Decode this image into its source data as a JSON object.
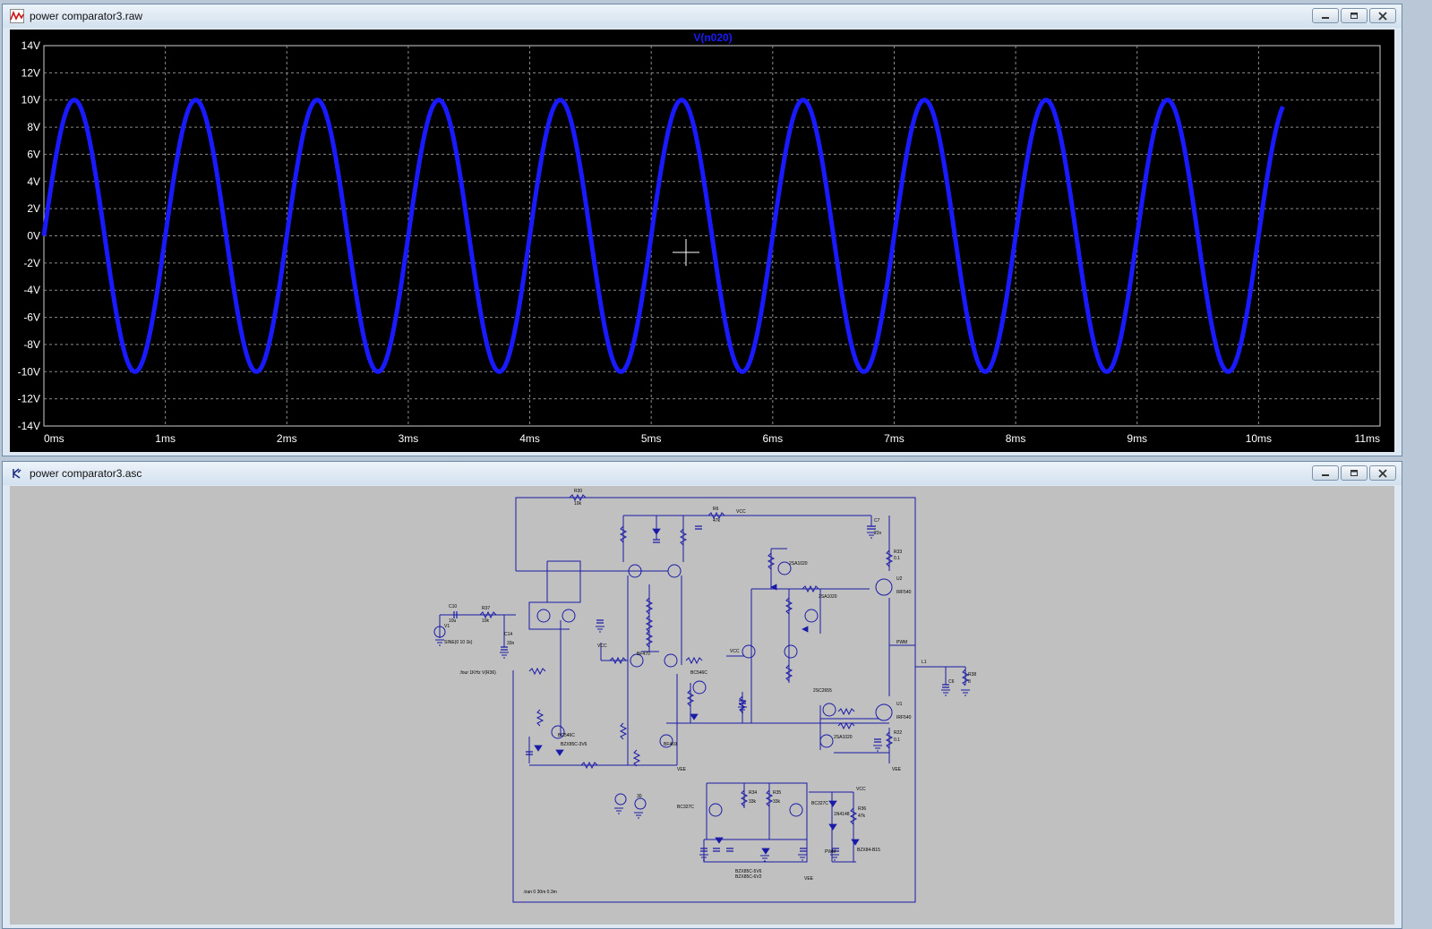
{
  "plot_window": {
    "title": "power comparator3.raw",
    "trace_label": "V(n020)",
    "trace_color": "#1a1aff",
    "background": "#000000"
  },
  "schematic_window": {
    "title": "power comparator3.asc",
    "labels": {
      "r30": "R30",
      "r30_val": "10k",
      "r6": "R6",
      "r6_val": "47k",
      "c7": "C7",
      "c7_val": "22n",
      "r33": "R33",
      "r33_val": "0.1",
      "u2": "U2",
      "u2_part": "IRF540",
      "u1": "U1",
      "u1_part": "IRF540",
      "r22": "R22",
      "r22_val": "0.1",
      "c10": "C10",
      "c10_val": "10u",
      "r37": "R37",
      "r37_val": "10k",
      "c14": "C14",
      "c14_val": "33n",
      "v1": "V1",
      "v1_src": "SINE(0 10 1k)",
      "four_note": ".four 1KHz V(R36)",
      "tran": ".tran 0 30m 0.3m",
      "l1": "L1",
      "r38": "R38",
      "r38_val": "8",
      "c6": "C6",
      "q12": "2SA1020",
      "q11": "2SA1020",
      "q13": "2SC2655",
      "q10": "2SA1020",
      "q8": "BC546C",
      "q7": "BF470",
      "q5": "BC546C",
      "q9": "BF469",
      "zener1": "BZX85C-3V6",
      "zener2": "BZX85C-5V6",
      "zener3": "BZX85C-6V2",
      "zener4": "BZX84-B15",
      "q15": "BC327C",
      "q14": "BC327C",
      "d_part": "1N4148",
      "r34": "R34",
      "r34_val": "33k",
      "r35": "R35",
      "r35_val": "33k",
      "r36": "R36",
      "r36_val": "47k",
      "vcc": "VCC",
      "vee": "VEE",
      "pwm": "PWM",
      "v2_val": "30"
    }
  },
  "chart_data": {
    "type": "line",
    "title": "V(n020)",
    "xlabel": "",
    "ylabel": "",
    "x_unit": "ms",
    "y_unit": "V",
    "xlim": [
      0,
      11
    ],
    "ylim": [
      -14,
      14
    ],
    "x_ticks": [
      "0ms",
      "1ms",
      "2ms",
      "3ms",
      "4ms",
      "5ms",
      "6ms",
      "7ms",
      "8ms",
      "9ms",
      "10ms",
      "11ms"
    ],
    "y_ticks": [
      "14V",
      "12V",
      "10V",
      "8V",
      "6V",
      "4V",
      "2V",
      "0V",
      "-2V",
      "-4V",
      "-6V",
      "-8V",
      "-10V",
      "-12V",
      "-14V"
    ],
    "grid": true,
    "series": [
      {
        "name": "V(n020)",
        "color": "#1a1aff",
        "x": [
          0,
          0.25,
          0.75,
          1.25,
          1.75,
          2.25,
          2.75,
          3.25,
          3.75,
          4.25,
          4.75,
          5.25,
          5.75,
          6.25,
          6.75,
          7.25,
          7.75,
          8.25,
          8.75,
          9.25,
          9.75,
          10.2
        ],
        "y": [
          0,
          10,
          -10,
          10,
          -10,
          10,
          -10,
          10,
          -10,
          10,
          -10,
          10,
          -10,
          10,
          -10,
          10,
          -10,
          10,
          -10,
          10,
          -10,
          9.5
        ],
        "frequency_khz": 1,
        "amplitude_v": 10,
        "offset_v": 0,
        "x_end": 10.2
      }
    ]
  }
}
